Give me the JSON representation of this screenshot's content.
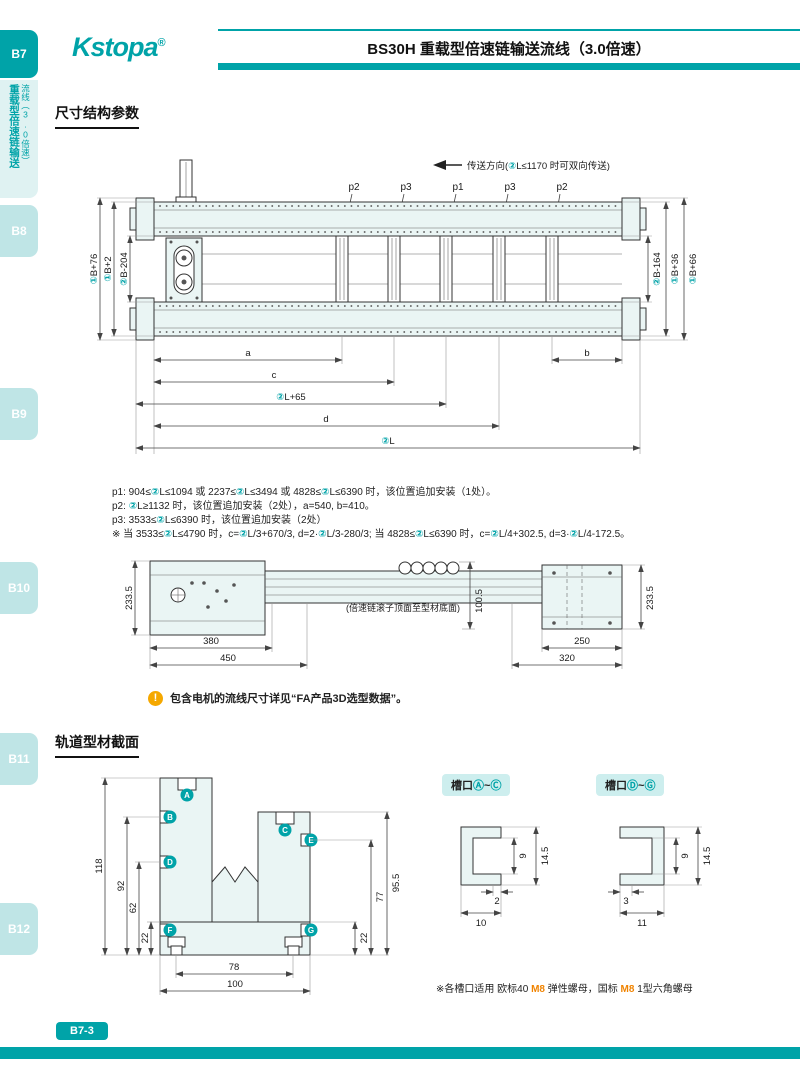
{
  "colors": {
    "teal": "#00a3a8",
    "teal_light": "#cdeeee",
    "orange": "#f08300",
    "badge_orange": "#f5a800"
  },
  "sidebar": {
    "tabs": [
      {
        "label": "B7"
      },
      {
        "label": "B8"
      },
      {
        "label": "B9"
      },
      {
        "label": "B10"
      },
      {
        "label": "B11"
      },
      {
        "label": "B12"
      }
    ],
    "vertical_main": "重载型倍速链输送",
    "vertical_sub": "流线（3.0倍速）"
  },
  "header": {
    "logo": "Kstopa",
    "reg": "®",
    "title": "BS30H 重载型倍速链输送流线（3.0倍速）"
  },
  "s1": {
    "heading": "尺寸结构参数",
    "top_view": {
      "direction_note": "传送方向(②L≤1170 时可双向传送)",
      "labels": [
        "p2",
        "p3",
        "p1",
        "p3",
        "p2"
      ],
      "b76": "①B+76",
      "b2": "①B+2",
      "bm204": "②B-204",
      "bm164": "②B-164",
      "b36": "①B+36",
      "b66": "①B+66",
      "a": "a",
      "b": "b",
      "c": "c",
      "l65": "②L+65",
      "d": "d",
      "l": "②L"
    },
    "notes": [
      "p1: 904≤②L≤1094 或 2237≤②L≤3494 或 4828≤②L≤6390 时，该位置追加安装（1处）。",
      "p2: ②L≥1132 时，该位置追加安装（2处），a=540, b=410。",
      "p3: 3533≤②L≤6390 时，该位置追加安装（2处）",
      "※ 当 3533≤②L≤4790 时，c=②L/3+670/3, d=2·②L/3-280/3; 当 4828≤②L≤6390 时，c=②L/4+302.5, d=3·②L/4-172.5。"
    ],
    "side": {
      "h_left": "233.5",
      "d380": "380",
      "d450": "450",
      "note": "(倍速链滚子顶面至型材底面)",
      "d100": "100.5",
      "h_right": "233.5",
      "d250": "250",
      "d320": "320"
    },
    "motor_marker": "!",
    "motor_note": "包含电机的流线尺寸详见“FA产品3D选型数据”。"
  },
  "s2": {
    "heading": "轨道型材截面",
    "profile": {
      "d118": "118",
      "d92": "92",
      "d62": "62",
      "d22l": "22",
      "d78": "78",
      "d100": "100",
      "d955": "95.5",
      "d77": "77",
      "d22r": "22"
    },
    "letters": [
      "A",
      "B",
      "C",
      "D",
      "E",
      "F",
      "G"
    ],
    "slot_ac": {
      "title": "槽口Ⓐ~Ⓒ",
      "d9": "9",
      "d145": "14.5",
      "d2": "2",
      "d10": "10"
    },
    "slot_dg": {
      "title": "槽口Ⓓ~Ⓖ",
      "d9": "9",
      "d145": "14.5",
      "d3": "3",
      "d11": "11"
    },
    "nut_note": "※各槽口适用 欧标40 M8 弹性螺母，国标 M8 1型六角螺母"
  },
  "footer": {
    "label": "B7-3"
  }
}
